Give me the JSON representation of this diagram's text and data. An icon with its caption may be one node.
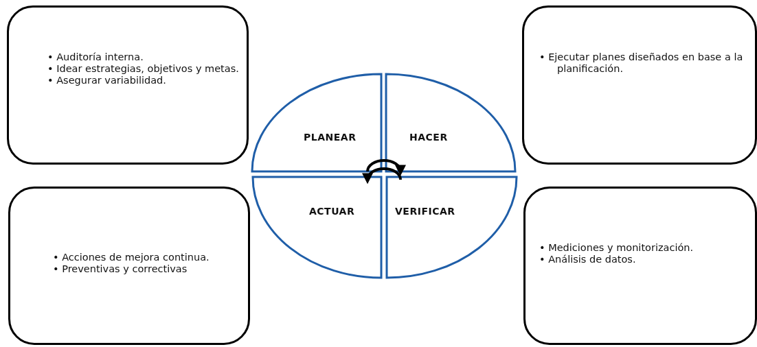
{
  "diagram": {
    "nodes": [
      {
        "text": [
          "• Auditoría interna.",
          "• Idear estrategias, objetivos y metas.",
          "• Asegurar variabilidad."
        ]
      },
      {
        "text": [
          "• Ejecutar planes diseñados en base a la planificación."
        ]
      },
      {
        "text": [
          "PLANEAR"
        ]
      },
      {
        "text": [
          "HACER"
        ]
      },
      {
        "text": [
          "ACTUAR"
        ]
      },
      {
        "text": [
          "VERIFICAR"
        ]
      },
      {
        "text": [
          "• Acciones de mejora continua.",
          "• Preventivas y correctivas"
        ]
      },
      {
        "text": [
          "• Mediciones y monitorización.",
          "• Análisis de datos."
        ]
      }
    ],
    "edges": [
      {
        "from": 2,
        "to": 3,
        "arrow": "to"
      },
      {
        "from": 5,
        "to": 4,
        "arrow": "to"
      }
    ]
  }
}
